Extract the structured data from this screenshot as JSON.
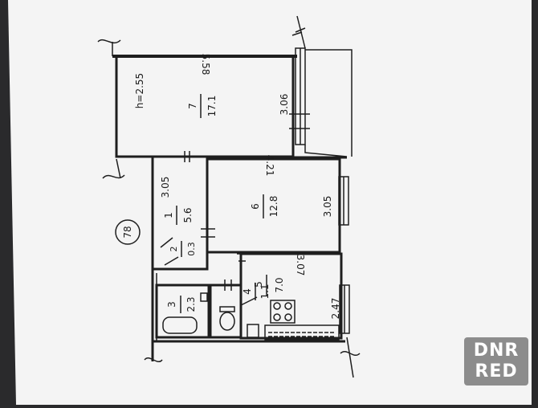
{
  "plan": {
    "building_number": "78",
    "ceiling_height": "h=2.55",
    "rooms": [
      {
        "key": "room7",
        "number": "7",
        "area": "17.1"
      },
      {
        "key": "room6",
        "number": "6",
        "area": "12.8"
      },
      {
        "key": "room1",
        "number": "1",
        "area": "5.6"
      },
      {
        "key": "room2",
        "number": "2",
        "area": "0.3"
      },
      {
        "key": "room3",
        "number": "3",
        "area": "2.3"
      },
      {
        "key": "room4",
        "number": "4",
        "area": "1.1"
      },
      {
        "key": "room5",
        "number": "5",
        "area": "7.0"
      }
    ],
    "dimensions": {
      "room7_length": "5.58",
      "room7_width": "3.06",
      "room6_length": "4.21",
      "room6_width": "3.05",
      "room1_width": "3.05",
      "room5_length": "3.07",
      "room5_width": "2.47"
    }
  },
  "watermark": {
    "line1": "DNR",
    "line2": "RED"
  },
  "colors": {
    "paper": "#f4f4f4",
    "background": "#2a2a2c",
    "ink": "#1e1e1e",
    "watermark": "#8c8c8c"
  }
}
